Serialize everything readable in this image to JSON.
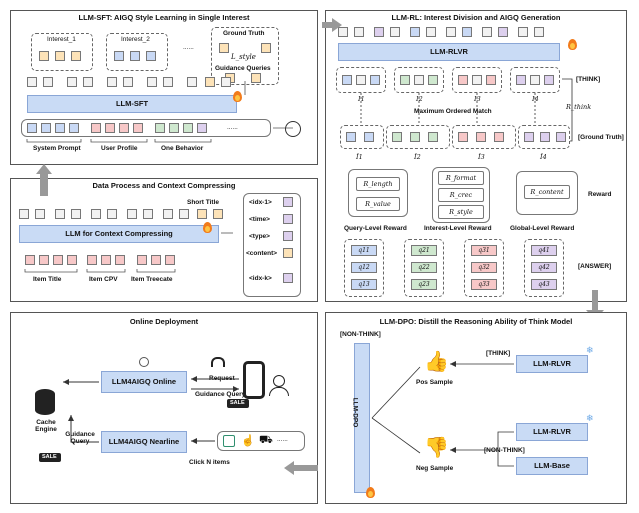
{
  "panels": {
    "sft_title": "LLM-SFT: AIGQ Style Learning in Single Interest",
    "rl_title": "LLM-RL: Interest Division and AIGQ Generation",
    "dp_title": "Data Process and Context Compressing",
    "od_title": "Online Deployment",
    "dpo_title": "LLM-DPO: Distill the Reasoning Ability of Think Model"
  },
  "sft": {
    "interest_1": "Interest_1",
    "interest_2": "Interest_2",
    "ellipsis": "......",
    "ground_truth": "Ground Truth",
    "l_style": "L_style",
    "guidance_queries": "Guidance Queries",
    "llm_sft": "LLM-SFT",
    "system_prompt": "System Prompt",
    "user_profile": "User Profile",
    "one_behavior": "One Behavior"
  },
  "dp": {
    "short_title": "Short Title",
    "llm_compress": "LLM for Context Compressing",
    "item_title": "Item Title",
    "item_cpv": "Item CPV",
    "item_treecate": "Item Treecate",
    "fields": [
      "<idx-1>",
      "<time>",
      "<type>",
      "<content>",
      "<idx-k>"
    ]
  },
  "rl": {
    "llm_rlvr": "LLM-RLVR",
    "think": "[THINK]",
    "i_labels": [
      "I1",
      "I2",
      "I3",
      "I4"
    ],
    "ihat_labels": [
      "Î1",
      "Î2",
      "Î3",
      "Î4"
    ],
    "max_match": "Maximum Ordered Match",
    "r_think": "R_think",
    "ground_truth": "[Ground Truth]",
    "reward": "Reward",
    "r_length": "R_length",
    "r_value": "R_value",
    "r_format": "R_format",
    "r_crec": "R_crec",
    "r_style": "R_style",
    "r_content": "R_content",
    "query_reward": "Query-Level Reward",
    "interest_reward": "Interest-Level Reward",
    "global_reward": "Global-Level Reward",
    "answer": "[ANSWER]",
    "q_cols": [
      [
        "q11",
        "q12",
        "q13"
      ],
      [
        "q21",
        "q22",
        "q23"
      ],
      [
        "q31",
        "q32",
        "q33"
      ],
      [
        "q41",
        "q42",
        "q43"
      ]
    ]
  },
  "od": {
    "llm_online": "LLM4AIGQ Online",
    "llm_nearline": "LLM4AIGQ Nearline",
    "request": "Request",
    "guidance_query": "Guidance Query",
    "guidance_query2": "Guidance Query",
    "cache_engine": "Cache Engine",
    "click_n": "Click N items",
    "sale": "SALE",
    "dots": "......"
  },
  "dpo": {
    "non_think": "[NON-THINK]",
    "llm_dpo": "LLM-DPO",
    "think": "[THINK]",
    "llm_rlvr": "LLM-RLVR",
    "pos": "Pos Sample",
    "neg": "Neg Sample",
    "llm_rlvr2": "LLM-RLVR",
    "non_think2": "[NON-THINK]",
    "llm_base": "LLM-Base"
  },
  "colors": {
    "accent_blue": "#c9dbf5",
    "flame": "#f27b1a",
    "arrow_gray": "#999999"
  }
}
